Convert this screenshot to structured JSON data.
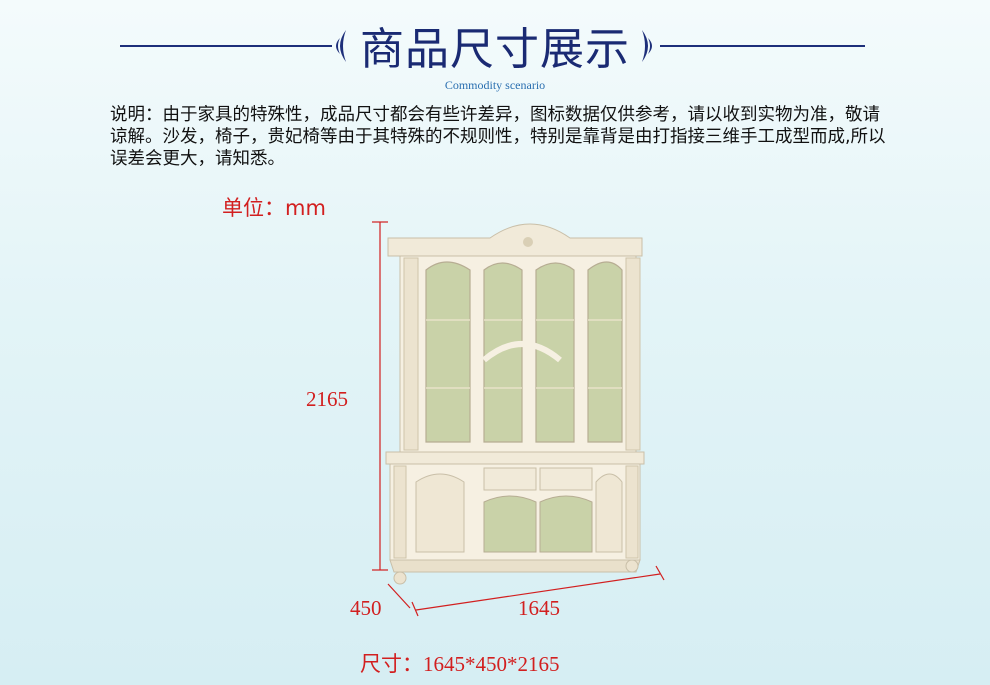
{
  "header": {
    "title": "商品尺寸展示",
    "subtitle": "Commodity scenario"
  },
  "description": "说明：由于家具的特殊性，成品尺寸都会有些许差异，图标数据仅供参考，请以收到实物为准，敬请谅解。沙发，椅子，贵妃椅等由于其特殊的不规则性，特别是靠背是由打指接三维手工成型而成,所以误差会更大，请知悉。",
  "unit_label": "单位：mm",
  "dimensions": {
    "height": "2165",
    "depth": "450",
    "width": "1645"
  },
  "size": {
    "label": "尺寸：",
    "value": "1645*450*2165"
  },
  "colors": {
    "title": "#1a2a73",
    "accent_red": "#d21f1f",
    "line": "#1e2f7a"
  }
}
